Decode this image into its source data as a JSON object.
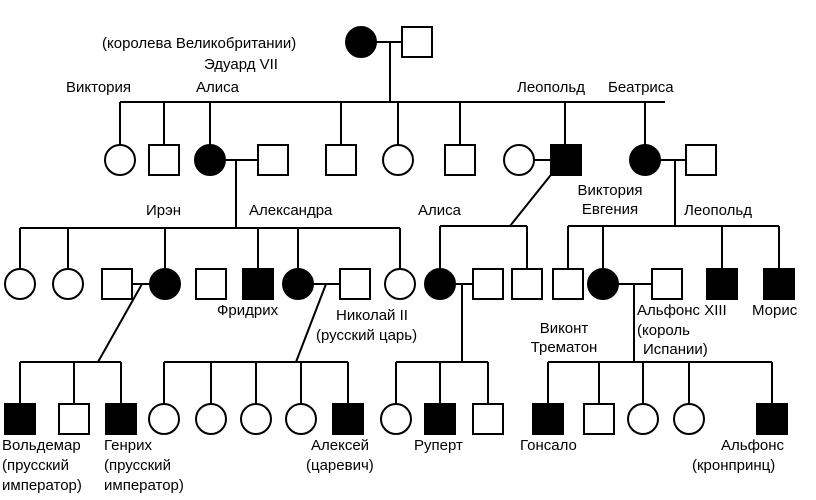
{
  "colors": {
    "ink": "#000000",
    "paper": "#ffffff"
  },
  "legend_semantics": {
    "square": "male",
    "circle": "female",
    "filled": "affected"
  },
  "labels": {
    "queen": "(королева Великобритании)",
    "edward": "Эдуард VII",
    "victoria_g1": "Виктория",
    "alice_g1": "Алиса",
    "leopold_g1": "Леопольд",
    "beatrice": "Беатриса",
    "irene": "Ирэн",
    "alexandra": "Александра",
    "alice_g2": "Алиса",
    "victoria_eugenie_1": "Виктория",
    "victoria_eugenie_2": "Евгения",
    "leopold_g2": "Леопольд",
    "friedrich": "Фридрих",
    "nicholas_1": "Николай II",
    "nicholas_2": "(русский царь)",
    "viscount_1": "Виконт",
    "viscount_2": "Трематон",
    "alfonso13_1": "Альфонс XIII",
    "alfonso13_2": "(король",
    "alfonso13_3": "Испании)",
    "maurice": "Морис",
    "waldemar_1": "Вольдемар",
    "waldemar_2": "(прусский",
    "waldemar_3": "император)",
    "heinrich_1": "Генрих",
    "heinrich_2": "(прусский",
    "heinrich_3": "император)",
    "alexei_1": "Алексей",
    "alexei_2": "(царевич)",
    "rupert": "Руперт",
    "gonzalo": "Гонсало",
    "alfonso_pr_1": "Альфонс",
    "alfonso_pr_2": "(кронпринц)"
  }
}
